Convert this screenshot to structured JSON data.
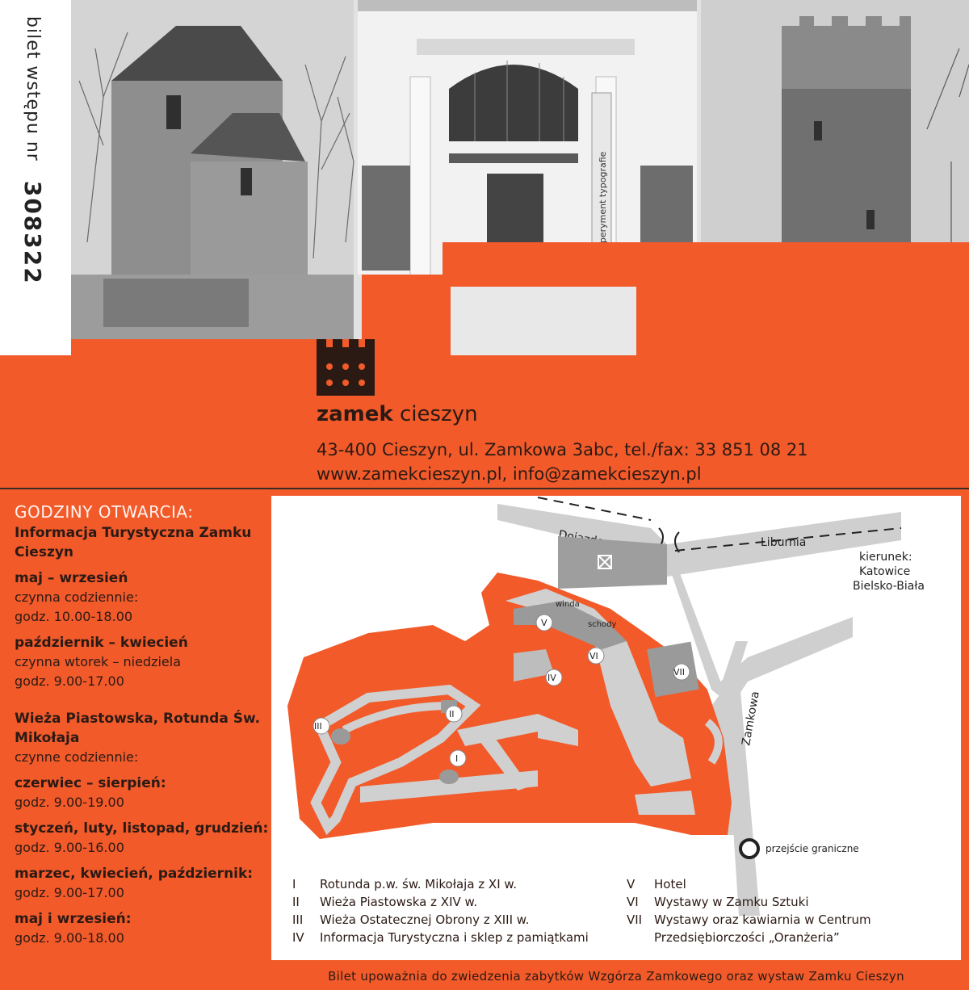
{
  "ticket": {
    "label": "bilet wstępu nr",
    "number": "308322"
  },
  "brand": {
    "bold": "zamek",
    "rest": " cieszyn"
  },
  "contact": {
    "address": "43-400 Cieszyn, ul. Zamkowa 3abc, tel./fax: 33 851 08 21",
    "web": "www.zamekcieszyn.pl, info@zamekcieszyn.pl"
  },
  "sign": {
    "building": "eksperyment",
    "type": "typografie"
  },
  "hours": {
    "heading": "GODZINY OTWARCIA:",
    "info_title": "Informacja Turystyczna Zamku Cieszyn",
    "season1": "maj – wrzesień",
    "season1_note": "czynna codziennie:",
    "season1_hours": "godz. 10.00-18.00",
    "season2": "październik – kwiecień",
    "season2_note": "czynna wtorek – niedziela",
    "season2_hours": "godz. 9.00-17.00",
    "tower_title": "Wieża Piastowska, Rotunda Św. Mikołaja",
    "tower_note": "czynne codziennie:",
    "s3": "czerwiec – sierpień:",
    "s3_hours": "godz. 9.00-19.00",
    "s4": "styczeń, luty, listopad, grudzień:",
    "s4_hours": "godz. 9.00-16.00",
    "s5": "marzec, kwiecień, październik:",
    "s5_hours": "godz. 9.00-17.00",
    "s6": "maj i wrzesień:",
    "s6_hours": "godz. 9.00-18.00"
  },
  "map": {
    "streets": {
      "dojazdowa": "Dojazdowa",
      "liburnia": "Liburnia",
      "zamkowa": "Zamkowa"
    },
    "direction": {
      "label": "kierunek:",
      "city1": "Katowice",
      "city2": "Bielsko-Biała"
    },
    "labels": {
      "winda": "winda",
      "schody": "schody",
      "crossing": "przejście graniczne"
    },
    "markers": [
      "I",
      "II",
      "III",
      "IV",
      "V",
      "VI",
      "VII"
    ]
  },
  "legend": [
    {
      "key": "I",
      "text": "Rotunda p.w. św. Mikołaja z XI w."
    },
    {
      "key": "II",
      "text": "Wieża Piastowska z XIV w."
    },
    {
      "key": "III",
      "text": "Wieża Ostatecznej Obrony z XIII w."
    },
    {
      "key": "IV",
      "text": "Informacja Turystyczna i sklep z pamiątkami"
    },
    {
      "key": "V",
      "text": "Hotel"
    },
    {
      "key": "VI",
      "text": "Wystawy w Zamku Sztuki"
    },
    {
      "key": "VII",
      "text": "Wystawy oraz kawiarnia w Centrum"
    },
    {
      "key": "",
      "text": "Przedsiębiorczości „Oranżeria”"
    }
  ],
  "footer": "Bilet upoważnia do zwiedzenia zabytków Wzgórza Zamkowego oraz wystaw Zamku Cieszyn",
  "colors": {
    "orange": "#f25a2a",
    "dark": "#2b1a14",
    "grey": "#c9c9c9"
  }
}
